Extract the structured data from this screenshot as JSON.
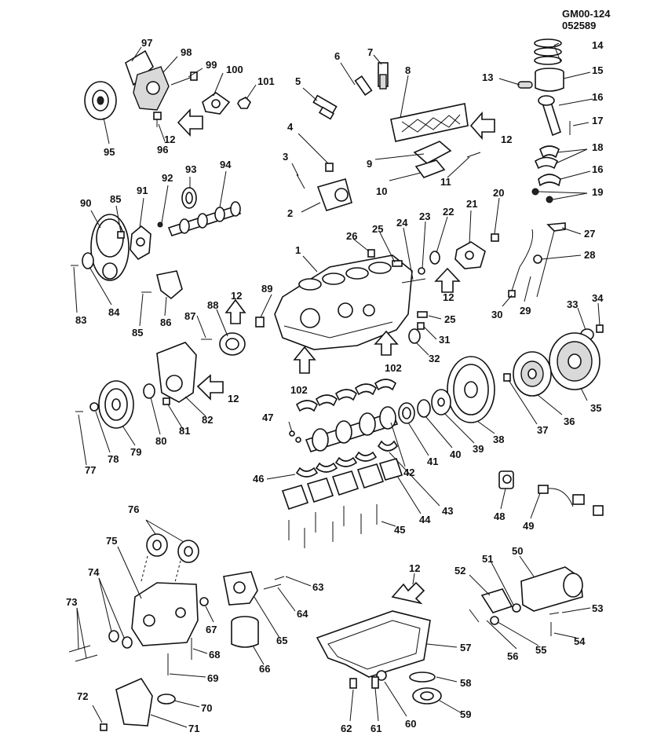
{
  "header": {
    "code": "GM00-124",
    "date": "052589"
  },
  "labels": {
    "l1": "1",
    "l2": "2",
    "l3": "3",
    "l4": "4",
    "l5": "5",
    "l6": "6",
    "l7": "7",
    "l8": "8",
    "l9": "9",
    "l10": "10",
    "l11": "11",
    "l12": "12",
    "l13": "13",
    "l14": "14",
    "l15": "15",
    "l16": "16",
    "l17": "17",
    "l18": "18",
    "l19": "19",
    "l20": "20",
    "l21": "21",
    "l22": "22",
    "l23": "23",
    "l24": "24",
    "l25": "25",
    "l26": "26",
    "l27": "27",
    "l28": "28",
    "l29": "29",
    "l30": "30",
    "l31": "31",
    "l32": "32",
    "l33": "33",
    "l34": "34",
    "l35": "35",
    "l36": "36",
    "l37": "37",
    "l38": "38",
    "l39": "39",
    "l40": "40",
    "l41": "41",
    "l42": "42",
    "l43": "43",
    "l44": "44",
    "l45": "45",
    "l46": "46",
    "l47": "47",
    "l48": "48",
    "l49": "49",
    "l50": "50",
    "l51": "51",
    "l52": "52",
    "l53": "53",
    "l54": "54",
    "l55": "55",
    "l56": "56",
    "l57": "57",
    "l58": "58",
    "l59": "59",
    "l60": "60",
    "l61": "61",
    "l62": "62",
    "l63": "63",
    "l64": "64",
    "l65": "65",
    "l66": "66",
    "l67": "67",
    "l68": "68",
    "l69": "69",
    "l70": "70",
    "l71": "71",
    "l72": "72",
    "l73": "73",
    "l74": "74",
    "l75": "75",
    "l76": "76",
    "l77": "77",
    "l78": "78",
    "l79": "79",
    "l80": "80",
    "l81": "81",
    "l82": "82",
    "l83": "83",
    "l84": "84",
    "l85": "85",
    "l86": "86",
    "l87": "87",
    "l88": "88",
    "l89": "89",
    "l90": "90",
    "l91": "91",
    "l92": "92",
    "l93": "93",
    "l94": "94",
    "l95": "95",
    "l96": "96",
    "l97": "97",
    "l98": "98",
    "l99": "99",
    "l100": "100",
    "l101": "101",
    "l102": "102"
  }
}
